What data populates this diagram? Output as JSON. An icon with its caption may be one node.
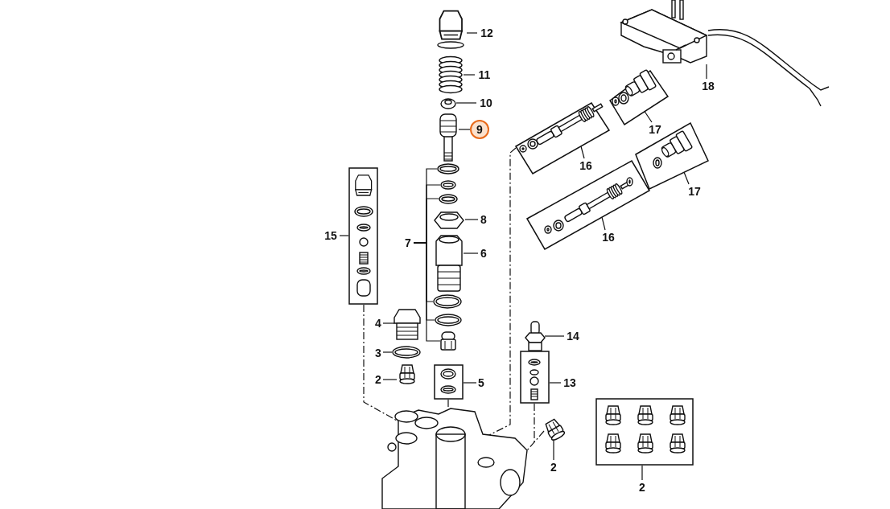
{
  "diagram": {
    "nodes": [
      {
        "text": [
          "12"
        ]
      },
      {
        "text": [],
        "shape": "picture"
      },
      {
        "text": [
          "11"
        ]
      },
      {
        "text": [],
        "shape": "picture"
      },
      {
        "text": [
          "10"
        ]
      },
      {
        "text": [],
        "shape": "picture"
      },
      {
        "text": [
          "9"
        ]
      },
      {
        "text": [],
        "shape": "picture"
      },
      {
        "text": [
          "7"
        ]
      },
      {
        "text": [],
        "shape": "picture"
      },
      {
        "text": [],
        "shape": "picture"
      },
      {
        "text": [],
        "shape": "picture"
      },
      {
        "text": [],
        "shape": "picture"
      },
      {
        "text": [
          "8"
        ]
      },
      {
        "text": [],
        "shape": "picture"
      },
      {
        "text": [
          "6"
        ]
      },
      {
        "text": [],
        "shape": "picture"
      },
      {
        "text": [],
        "shape": "picture"
      },
      {
        "text": [],
        "shape": "picture"
      },
      {
        "text": [
          "15"
        ]
      },
      {
        "text": [],
        "shape": "box"
      },
      {
        "text": [
          "4"
        ]
      },
      {
        "text": [],
        "shape": "picture"
      },
      {
        "text": [
          "3"
        ]
      },
      {
        "text": [],
        "shape": "picture"
      },
      {
        "text": [
          "2"
        ]
      },
      {
        "text": [],
        "shape": "picture"
      },
      {
        "text": [],
        "shape": "box"
      },
      {
        "text": [
          "5"
        ]
      },
      {
        "text": [
          "14"
        ]
      },
      {
        "text": [],
        "shape": "picture"
      },
      {
        "text": [],
        "shape": "box"
      },
      {
        "text": [
          "13"
        ]
      },
      {
        "text": [],
        "shape": "picture"
      },
      {
        "text": [
          "2"
        ]
      },
      {
        "text": [],
        "shape": "box"
      },
      {
        "text": [
          "2"
        ]
      },
      {
        "text": [],
        "shape": "picture"
      },
      {
        "text": [],
        "shape": "box"
      },
      {
        "text": [
          "16"
        ]
      },
      {
        "text": [],
        "shape": "box"
      },
      {
        "text": [
          "17"
        ]
      },
      {
        "text": [],
        "shape": "box"
      },
      {
        "text": [
          "16"
        ]
      },
      {
        "text": [],
        "shape": "box"
      },
      {
        "text": [
          "17"
        ]
      },
      {
        "text": [],
        "shape": "picture"
      },
      {
        "text": [
          "18"
        ]
      }
    ],
    "edges": [
      {
        "from": 0,
        "to": 1,
        "arrow": "none"
      },
      {
        "from": 2,
        "to": 3,
        "arrow": "none"
      },
      {
        "from": 4,
        "to": 5,
        "arrow": "none"
      },
      {
        "from": 6,
        "to": 7,
        "arrow": "none"
      },
      {
        "from": 8,
        "to": 9,
        "arrow": "none"
      },
      {
        "from": 8,
        "to": 10,
        "arrow": "none"
      },
      {
        "from": 8,
        "to": 11,
        "arrow": "none"
      },
      {
        "from": 8,
        "to": 16,
        "arrow": "none"
      },
      {
        "from": 8,
        "to": 17,
        "arrow": "none"
      },
      {
        "from": 8,
        "to": 18,
        "arrow": "none"
      },
      {
        "from": 13,
        "to": 12,
        "arrow": "none"
      },
      {
        "from": 15,
        "to": 14,
        "arrow": "none"
      },
      {
        "from": 19,
        "to": 20,
        "arrow": "none"
      },
      {
        "from": 21,
        "to": 22,
        "arrow": "none"
      },
      {
        "from": 23,
        "to": 24,
        "arrow": "none"
      },
      {
        "from": 25,
        "to": 26,
        "arrow": "none"
      },
      {
        "from": 28,
        "to": 27,
        "arrow": "none"
      },
      {
        "from": 29,
        "to": 30,
        "arrow": "none"
      },
      {
        "from": 32,
        "to": 31,
        "arrow": "none"
      },
      {
        "from": 34,
        "to": 33,
        "arrow": "none"
      },
      {
        "from": 36,
        "to": 35,
        "arrow": "none"
      },
      {
        "from": 39,
        "to": 38,
        "arrow": "none"
      },
      {
        "from": 41,
        "to": 40,
        "arrow": "none"
      },
      {
        "from": 43,
        "to": 42,
        "arrow": "none"
      },
      {
        "from": 45,
        "to": 44,
        "arrow": "none"
      },
      {
        "from": 47,
        "to": 46,
        "arrow": "none"
      },
      {
        "from": 20,
        "to": 37,
        "arrow": "none",
        "style": "dashed"
      },
      {
        "from": 27,
        "to": 37,
        "arrow": "none",
        "style": "dashed"
      },
      {
        "from": 38,
        "to": 37,
        "arrow": "none",
        "style": "dashed"
      },
      {
        "from": 31,
        "to": 37,
        "arrow": "none",
        "style": "dashed"
      },
      {
        "from": 33,
        "to": 37,
        "arrow": "none",
        "style": "dashed"
      }
    ]
  }
}
